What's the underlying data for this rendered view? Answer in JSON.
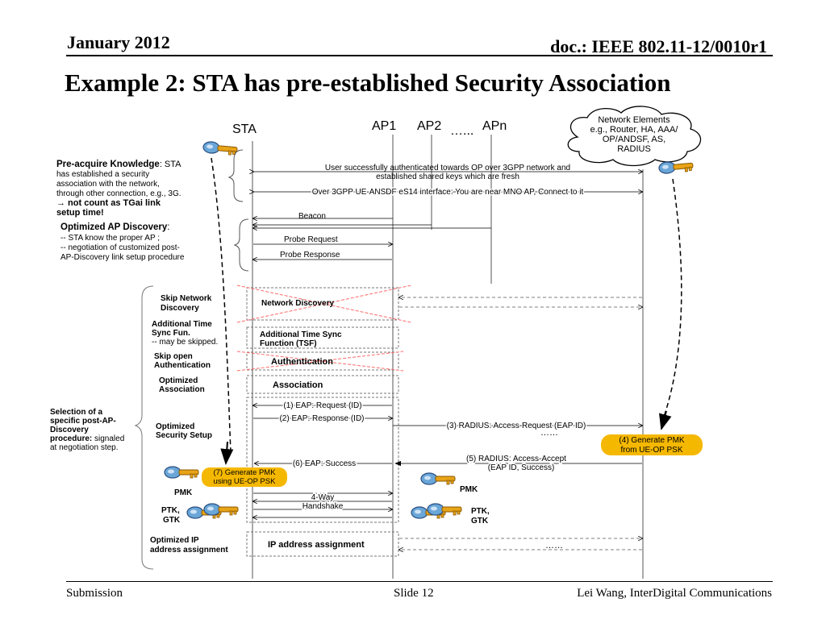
{
  "header": {
    "date": "January 2012",
    "doc": "doc.: IEEE 802.11-12/0010r1"
  },
  "title": "Example 2: STA has pre-established Security Association",
  "footer": {
    "left": "Submission",
    "center": "Slide 12",
    "right": "Lei Wang, InterDigital Communications"
  },
  "diagram": {
    "entities": {
      "sta": "STA",
      "ap1": "AP1",
      "ap2": "AP2",
      "dots": "…...",
      "apn": "APn"
    },
    "network_cloud": [
      "Network Elements",
      "e.g., Router, HA, AAA/",
      "OP/ANDSF, AS,",
      "RADIUS"
    ],
    "pre_acquire": {
      "title": "Pre-acquire Knowledge",
      "colon_text": ": STA",
      "lines": [
        "has established a security",
        "association with the network,",
        "through other connection, e.g., 3G."
      ],
      "arrow_symbol": "→",
      "bold_lines": [
        " not count as TGai link",
        "setup time!"
      ]
    },
    "optimized_ap": {
      "title": "Optimized AP Discovery",
      "colon": ":",
      "lines": [
        "-- STA know the proper AP ;",
        "-- negotiation of customized post-",
        "AP-Discovery link setup procedure"
      ]
    },
    "messages": {
      "user_auth": [
        "User successfully authenticated towards OP over 3GPP network and",
        "established shared keys which are fresh"
      ],
      "over_3gpp": "Over 3GPP UE-ANSDF eS14 interface: You are near MNO AP, Connect to it",
      "beacon": "Beacon",
      "probe_request": "Probe Request",
      "probe_response": "Probe Response",
      "eap_request": "(1) EAP: Request (ID)",
      "eap_response": "(2) EAP: Response (ID)",
      "radius_request": "(3) RADIUS: Access-Request (EAP ID)",
      "radius_dots": "……",
      "radius_accept": [
        "(5) RADIUS: Access-Accept",
        "(EAP ID, Success)"
      ],
      "eap_success": "(6) EAP: Success",
      "four_way": [
        "4-Way",
        "Handshake"
      ],
      "ip_dots": "……"
    },
    "boxes": {
      "network_discovery": "Network Discovery",
      "time_sync": [
        "Additional Time Sync",
        "Function (TSF)"
      ],
      "authentication": "Authentication",
      "association": "Association",
      "ip_assignment": "IP address assignment"
    },
    "bubbles": {
      "generate_pmk_net": [
        "(4) Generate PMK",
        "from UE-OP PSK"
      ],
      "generate_pmk_sta": [
        "(7) Generate PMK",
        "using UE-OP PSK"
      ]
    },
    "phase_labels": {
      "skip_network": [
        "Skip Network",
        "Discovery"
      ],
      "additional_time": [
        "Additional Time",
        "Sync Fun."
      ],
      "may_skip": "-- may be skipped.",
      "skip_open": [
        "Skip open",
        "Authentication"
      ],
      "optimized_assoc": [
        "Optimized",
        "Association"
      ],
      "optimized_security": [
        "Optimized",
        "Security Setup"
      ],
      "optimized_ip": [
        "Optimized IP",
        "address assignment"
      ]
    },
    "selection": {
      "bold_lines": [
        "Selection of a",
        "specific post-AP-",
        "Discovery"
      ],
      "last_bold": "procedure:",
      "last_plain": " signaled",
      "tail": "at negotiation step."
    },
    "keys": {
      "pmk_sta": "PMK",
      "ptk_sta": [
        "PTK,",
        "GTK"
      ],
      "pmk_ap": "PMK",
      "ptk_ap": [
        "PTK,",
        "GTK"
      ]
    },
    "colors": {
      "bubble": "#f5b800",
      "key_body": "#e8a317",
      "key_head": "#6aa6d8",
      "cross": "#ff6b6b"
    }
  }
}
